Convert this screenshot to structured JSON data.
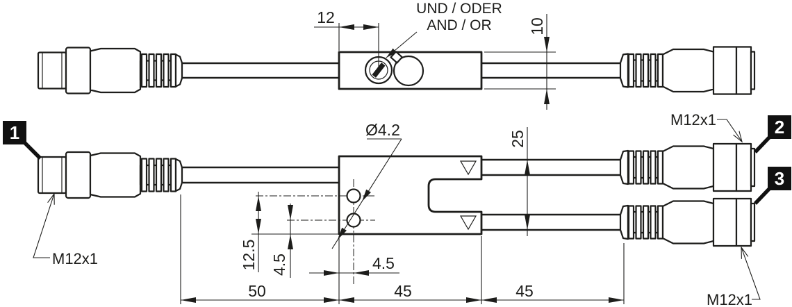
{
  "colors": {
    "line": "#1d1d1b",
    "background": "#ffffff",
    "badge_bg": "#111111",
    "badge_text": "#ffffff"
  },
  "top_view": {
    "label_de": "UND / ODER",
    "label_en": "AND / OR",
    "dim_offset": "12",
    "dim_height": "10"
  },
  "bottom_view": {
    "badge_1": "1",
    "badge_2": "2",
    "badge_3": "3",
    "label_m12_left": "M12x1",
    "label_m12_top_right": "M12x1",
    "label_m12_bottom_right": "M12x1",
    "dim_hole_dia": "Ø4.2",
    "dim_spacing": "25",
    "dim_12_5": "12.5",
    "dim_4_5_v": "4.5",
    "dim_4_5_h": "4.5",
    "dim_50": "50",
    "dim_45_body": "45",
    "dim_45_branch": "45"
  }
}
